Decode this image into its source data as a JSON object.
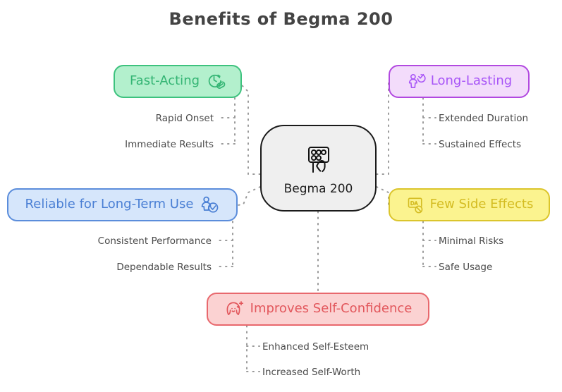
{
  "title": "Benefits of Begma 200",
  "center": {
    "label": "Begma 200",
    "icon": "pill-pack-hand-icon",
    "fill": "#efefef",
    "border": "#1a1a1a"
  },
  "branches": [
    {
      "id": "fast",
      "label": "Fast-Acting",
      "icon": "clock-pill-icon",
      "icon_side": "right",
      "fill": "#b3f0cd",
      "border": "#3dc27e",
      "text_color": "#34b574",
      "subitems": [
        "Rapid Onset",
        "Immediate Results"
      ]
    },
    {
      "id": "long",
      "label": "Long-Lasting",
      "icon": "person-check-icon",
      "icon_side": "left",
      "fill": "#f3dcfb",
      "border": "#b249e0",
      "text_color": "#a855f7",
      "subitems": [
        "Extended Duration",
        "Sustained Effects"
      ]
    },
    {
      "id": "reliable",
      "label": "Reliable for Long-Term Use",
      "icon": "user-verified-icon",
      "icon_side": "right",
      "fill": "#d6e6fb",
      "border": "#5b8ddb",
      "text_color": "#4a7fd4",
      "subitems": [
        "Consistent Performance",
        "Dependable Results"
      ]
    },
    {
      "id": "side",
      "label": "Few Side Effects",
      "icon": "no-ads-icon",
      "icon_side": "left",
      "fill": "#fbf38f",
      "border": "#dbc52c",
      "text_color": "#d4bc22",
      "subitems": [
        "Minimal Risks",
        "Safe Usage"
      ]
    },
    {
      "id": "confidence",
      "label": "Improves Self-Confidence",
      "icon": "happy-face-sparkle-icon",
      "icon_side": "left",
      "fill": "#fbd2d2",
      "border": "#e8686d",
      "text_color": "#e2575c",
      "subitems": [
        "Enhanced Self-Esteem",
        "Increased Self-Worth"
      ]
    }
  ],
  "connector_color": "#9a9a9a",
  "background": "#ffffff"
}
